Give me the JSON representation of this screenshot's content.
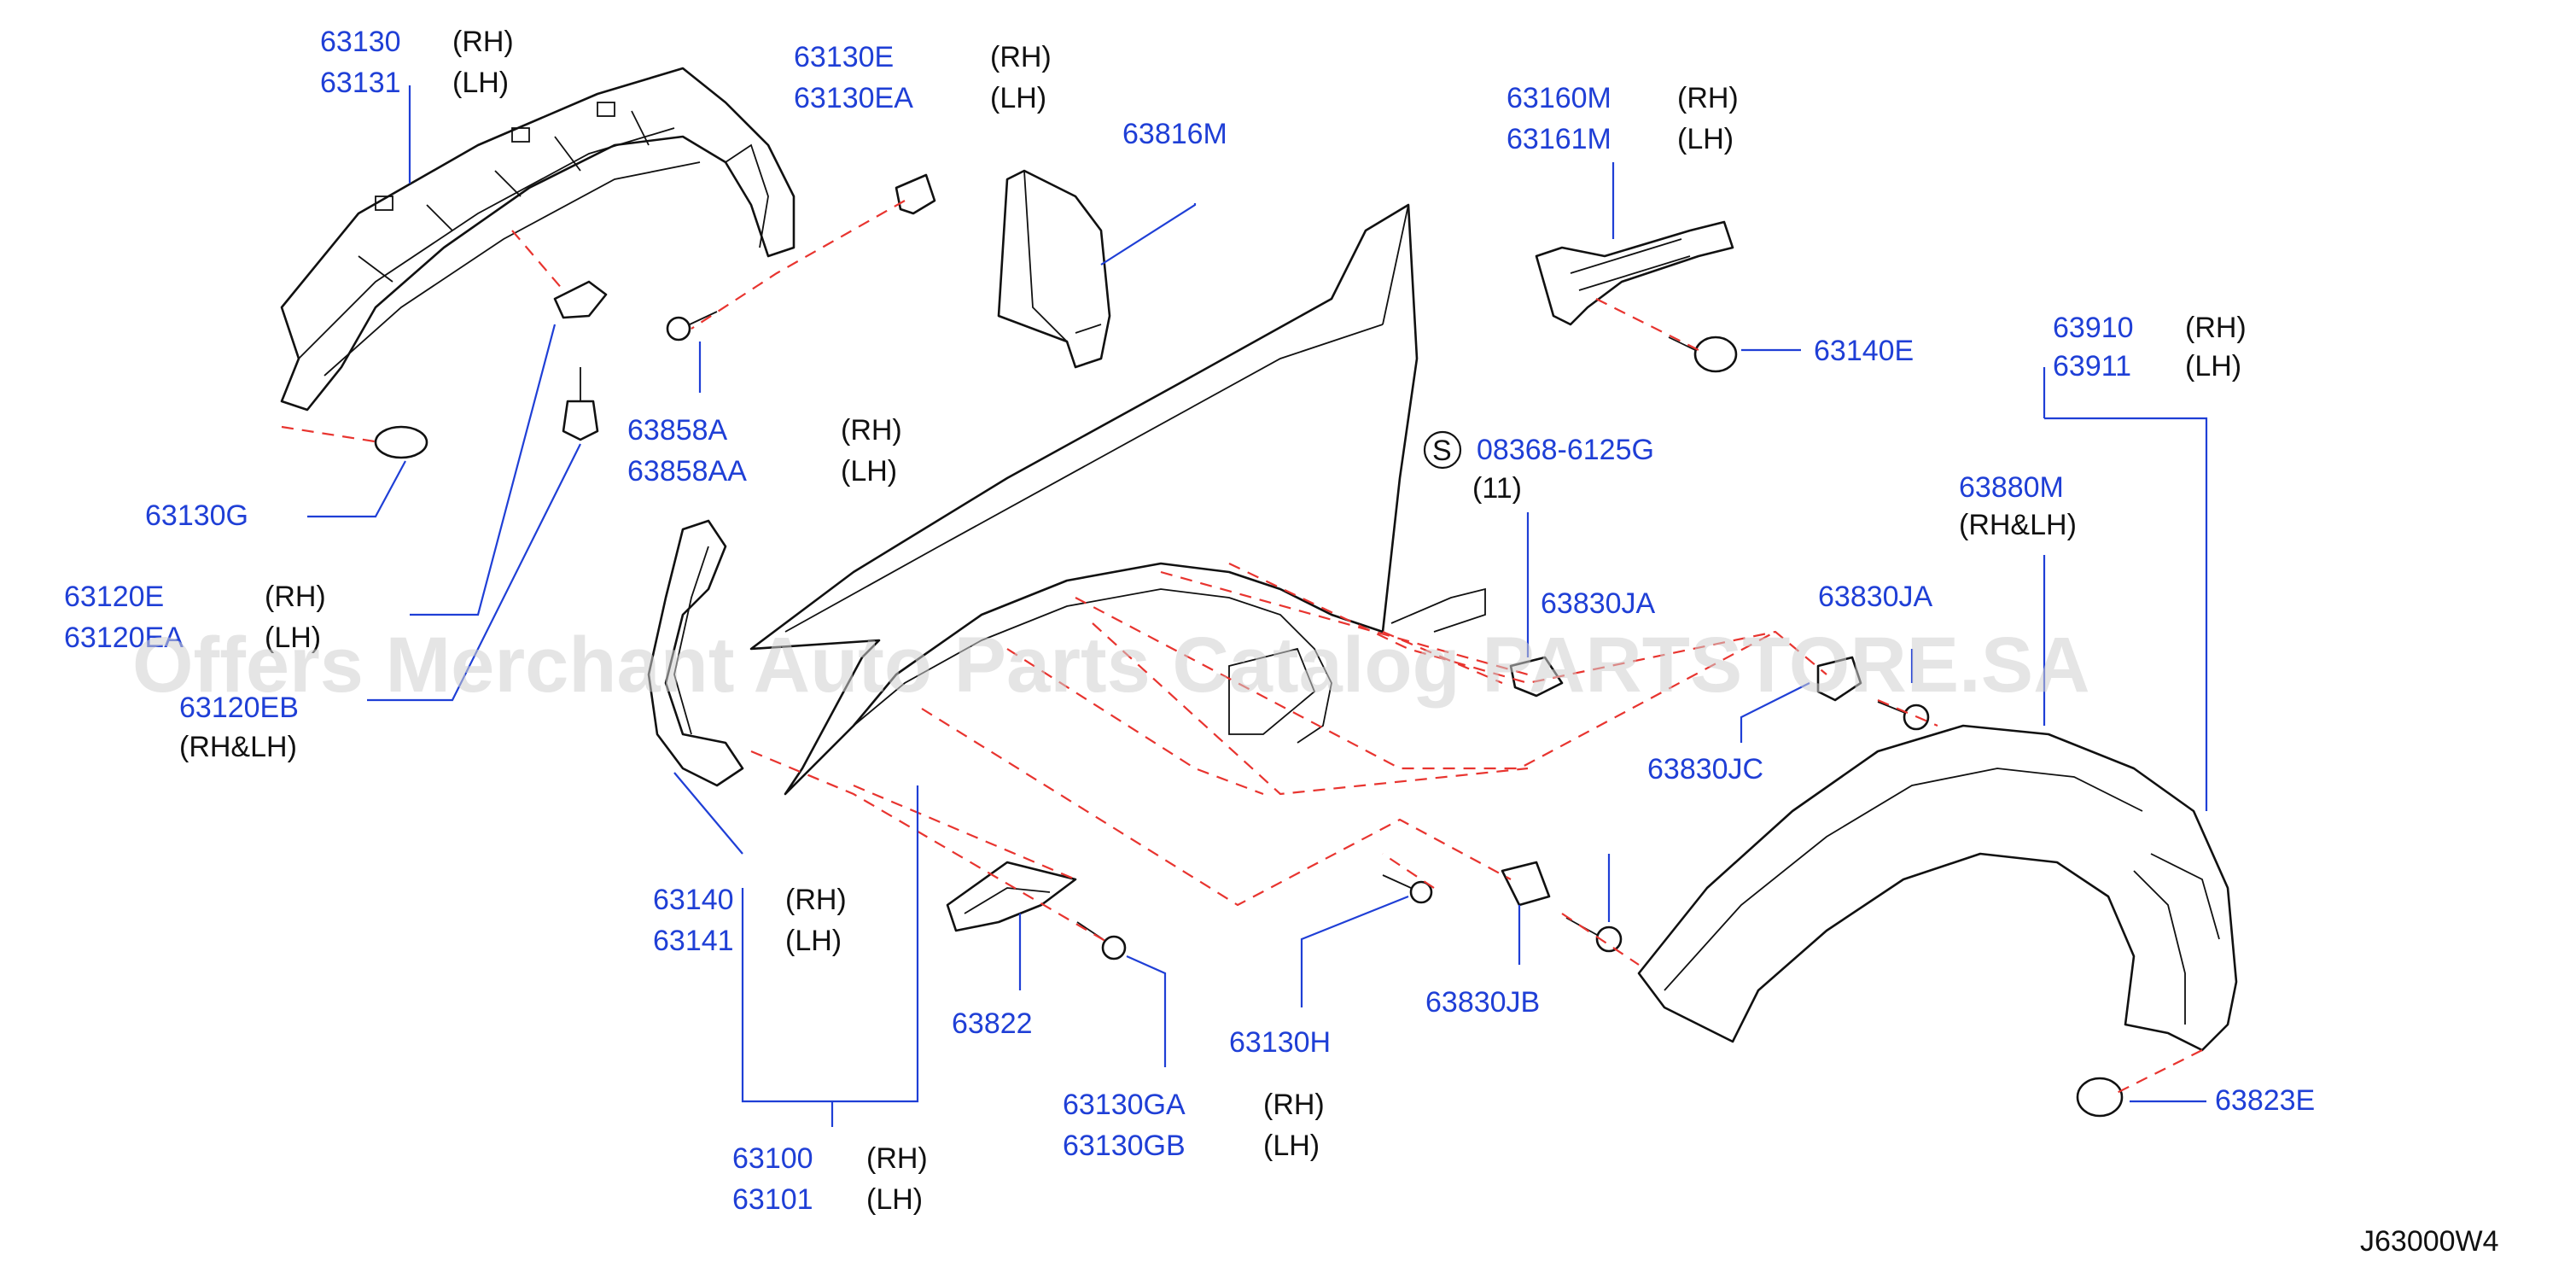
{
  "callouts": {
    "c63130": {
      "a": "63130",
      "b": "63131",
      "sa": "(RH)",
      "sb": "(LH)"
    },
    "c63130e": {
      "a": "63130E",
      "b": "63130EA",
      "sa": "(RH)",
      "sb": "(LH)"
    },
    "c63816m": {
      "a": "63816M"
    },
    "c63160m": {
      "a": "63160M",
      "b": "63161M",
      "sa": "(RH)",
      "sb": "(LH)"
    },
    "c63858a": {
      "a": "63858A",
      "b": "63858AA",
      "sa": "(RH)",
      "sb": "(LH)"
    },
    "c63140e": {
      "a": "63140E"
    },
    "c63910": {
      "a": "63910",
      "b": "63911",
      "sa": "(RH)",
      "sb": "(LH)"
    },
    "c08368": {
      "symbol": "S",
      "a": "08368-6125G",
      "qty": "(11)"
    },
    "c63880m": {
      "a": "63880M",
      "sa": "(RH&LH)"
    },
    "c63130g": {
      "a": "63130G"
    },
    "c63120e": {
      "a": "63120E",
      "b": "63120EA",
      "sa": "(RH)",
      "sb": "(LH)"
    },
    "c63830ja1": {
      "a": "63830JA"
    },
    "c63830ja2": {
      "a": "63830JA"
    },
    "c63120eb": {
      "a": "63120EB",
      "sa": "(RH&LH)"
    },
    "c63830jc": {
      "a": "63830JC"
    },
    "c63140": {
      "a": "63140",
      "b": "63141",
      "sa": "(RH)",
      "sb": "(LH)"
    },
    "c63830jb": {
      "a": "63830JB"
    },
    "c63822": {
      "a": "63822"
    },
    "c63130h": {
      "a": "63130H"
    },
    "c63130ga": {
      "a": "63130GA",
      "b": "63130GB",
      "sa": "(RH)",
      "sb": "(LH)"
    },
    "c63823e": {
      "a": "63823E"
    },
    "c63100": {
      "a": "63100",
      "b": "63101",
      "sa": "(RH)",
      "sb": "(LH)"
    }
  },
  "diagram_code": "J63000W4",
  "watermark": "Offers Merchant Auto Parts Catalog PARTSTORE.SA",
  "colors": {
    "part_number": "#1f3fd6",
    "leader": "#1f3fd6",
    "dashed_line": "#e8342f",
    "outline": "#111111"
  }
}
